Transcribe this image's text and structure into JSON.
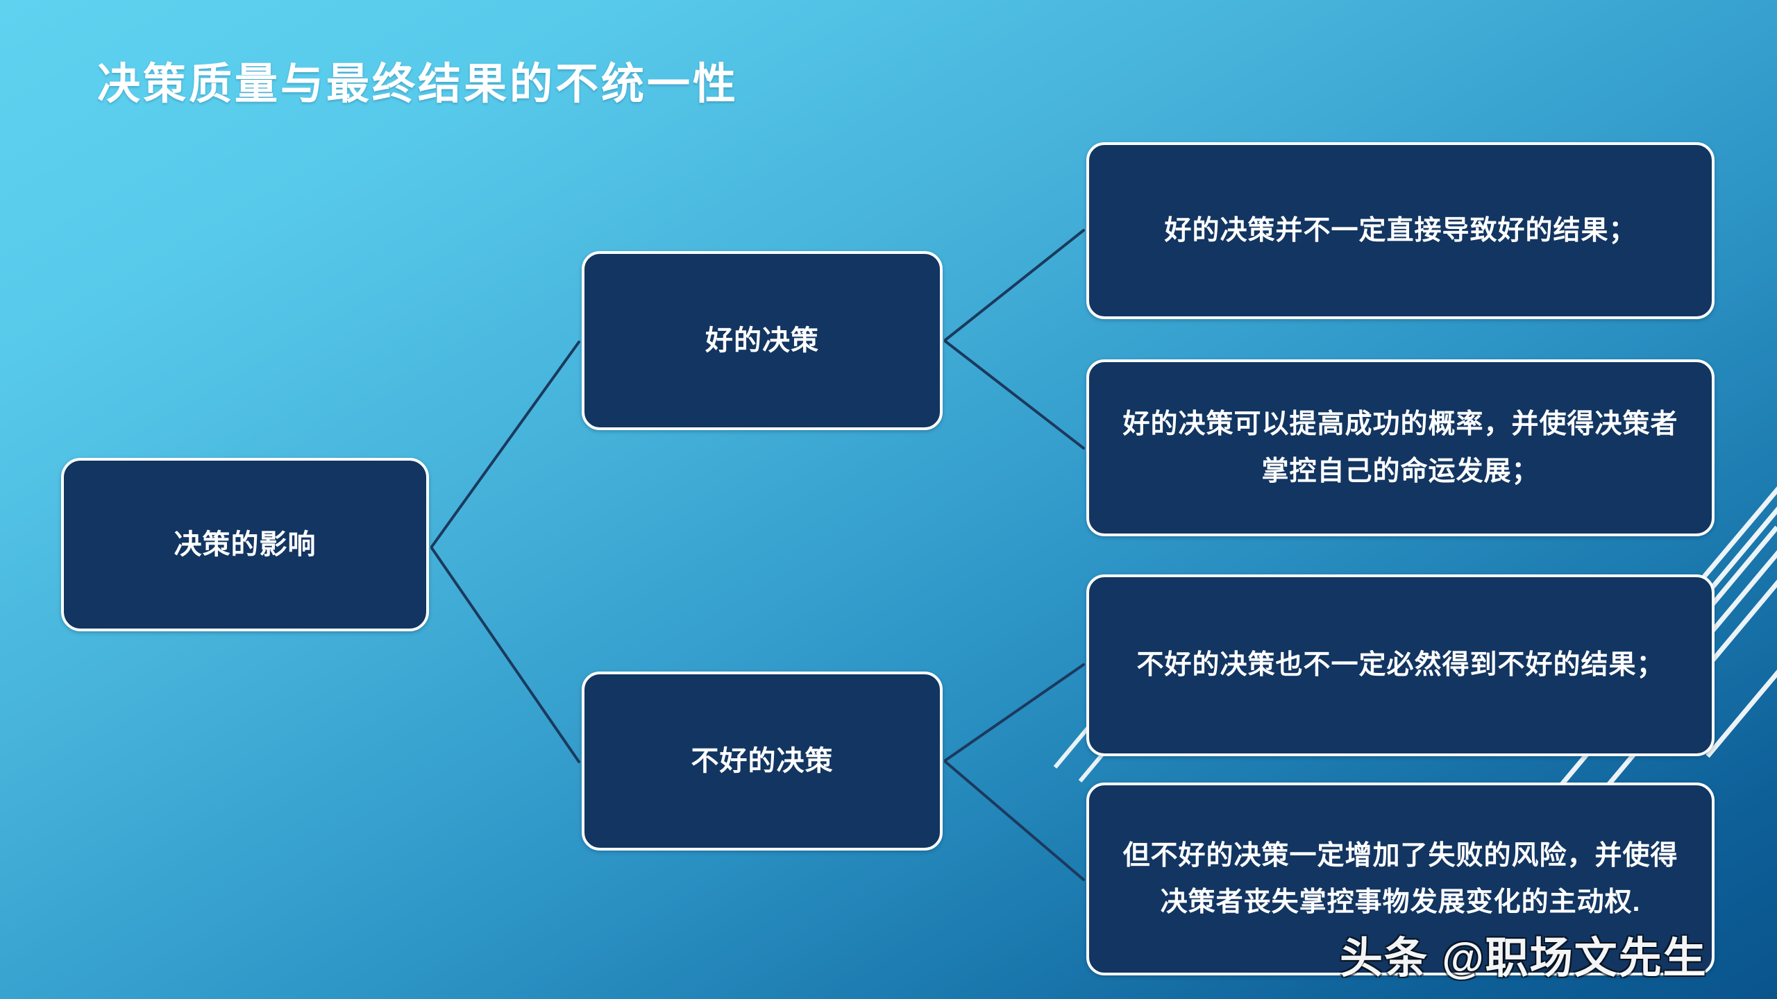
{
  "slide": {
    "title": "决策质量与最终结果的不统一性",
    "watermark": "头条 @职场文先生",
    "background": {
      "top_left_color": "#5fd2f0",
      "top_right_color": "#5fd0ef",
      "bottom_left_color": "#0e5d96",
      "bottom_right_color": "#0a548c"
    },
    "node_style": {
      "fill_color": "#123561",
      "border_color": "#ffffff",
      "text_color": "#ffffff",
      "connector_color": "#1b3a5e",
      "decoration_color": "#ffffff"
    }
  },
  "diagram": {
    "type": "mind-map",
    "root": {
      "label": "决策的影响"
    },
    "branches": [
      {
        "label": "好的决策"
      },
      {
        "label": "不好的决策"
      }
    ],
    "leaves": [
      {
        "label": "好的决策并不一定直接导致好的结果；",
        "parent": "好的决策"
      },
      {
        "label": "好的决策可以提高成功的概率，并使得决策者掌控自己的命运发展；",
        "parent": "好的决策"
      },
      {
        "label": "不好的决策也不一定必然得到不好的结果；",
        "parent": "不好的决策"
      },
      {
        "label": "但不好的决策一定增加了失败的风险，并使得决策者丧失掌控事物发展变化的主动权.",
        "parent": "不好的决策"
      }
    ]
  }
}
